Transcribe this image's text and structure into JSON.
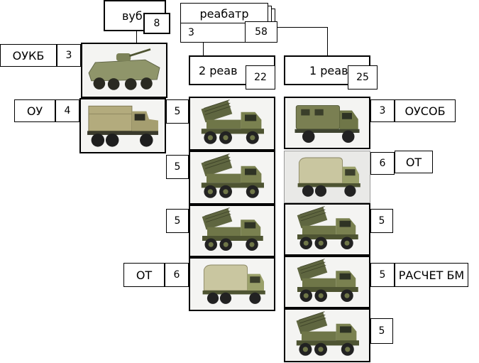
{
  "colors": {
    "olive": "#6f7648",
    "olive_dark": "#4e5432",
    "khaki": "#b3ab7d",
    "tan": "#c9c6a0",
    "tyre": "#222222"
  },
  "header": {
    "vub_label": "вуб",
    "vub_count": "8",
    "reabatr_label": "реабатр",
    "reabatr_count_small": "3",
    "reabatr_count_total": "58"
  },
  "left_units": {
    "oukb": {
      "label": "ОУКБ",
      "count": "3",
      "vehicle_icon": "btr-apc-icon"
    },
    "ou": {
      "label": "ОУ",
      "count": "4",
      "vehicle_icon": "ural-cargo-truck-icon"
    }
  },
  "battalion2": {
    "label": "2 реав",
    "count": "22",
    "rows": [
      {
        "count": "5",
        "vehicle_icon": "mlrs-launcher-icon"
      },
      {
        "count": "5",
        "vehicle_icon": "mlrs-launcher-icon"
      },
      {
        "count": "5",
        "vehicle_icon": "mlrs-launcher-icon"
      },
      {
        "label": "ОТ",
        "count": "6",
        "vehicle_icon": "kamaz-covered-truck-icon"
      }
    ]
  },
  "battalion1": {
    "label": "1 реав",
    "count": "25",
    "rows": [
      {
        "label": "ОУСОБ",
        "count": "3",
        "vehicle_icon": "gaz66-van-icon"
      },
      {
        "label": "ОТ",
        "count": "6",
        "vehicle_icon": "kamaz-covered-truck-icon"
      },
      {
        "count": "5",
        "vehicle_icon": "mlrs-launcher-icon"
      },
      {
        "label": "РАСЧЕТ БМ",
        "count": "5",
        "vehicle_icon": "mlrs-launcher-icon"
      },
      {
        "count": "5",
        "vehicle_icon": "mlrs-launcher-icon"
      }
    ]
  }
}
